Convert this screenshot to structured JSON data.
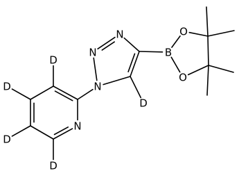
{
  "molecule": {
    "atoms": [
      {
        "id": "n1",
        "symbol": "N"
      },
      {
        "id": "n2",
        "symbol": "N"
      },
      {
        "id": "n3",
        "symbol": "N"
      },
      {
        "id": "c4",
        "symbol": ""
      },
      {
        "id": "c5",
        "symbol": ""
      },
      {
        "id": "h5",
        "symbol": "D"
      },
      {
        "id": "b",
        "symbol": "B"
      },
      {
        "id": "o1",
        "symbol": "O"
      },
      {
        "id": "o2",
        "symbol": "O"
      },
      {
        "id": "cp1",
        "symbol": ""
      },
      {
        "id": "cp2",
        "symbol": ""
      },
      {
        "id": "me1",
        "symbol": ""
      },
      {
        "id": "me2",
        "symbol": ""
      },
      {
        "id": "me3",
        "symbol": ""
      },
      {
        "id": "me4",
        "symbol": ""
      },
      {
        "id": "py2",
        "symbol": ""
      },
      {
        "id": "py3",
        "symbol": ""
      },
      {
        "id": "py4",
        "symbol": ""
      },
      {
        "id": "py5",
        "symbol": ""
      },
      {
        "id": "py6",
        "symbol": ""
      },
      {
        "id": "pyn",
        "symbol": "N"
      },
      {
        "id": "d3",
        "symbol": "D"
      },
      {
        "id": "d4",
        "symbol": "D"
      },
      {
        "id": "d5",
        "symbol": "D"
      },
      {
        "id": "d6",
        "symbol": "D"
      }
    ],
    "bonds": [
      {
        "a": "n1",
        "b": "n2",
        "order": 1
      },
      {
        "a": "n2",
        "b": "n3",
        "order": 2
      },
      {
        "a": "n3",
        "b": "c4",
        "order": 1
      },
      {
        "a": "c4",
        "b": "c5",
        "order": 2
      },
      {
        "a": "c5",
        "b": "n1",
        "order": 1
      },
      {
        "a": "c5",
        "b": "h5",
        "order": 1
      },
      {
        "a": "c4",
        "b": "b",
        "order": 1
      },
      {
        "a": "b",
        "b": "o1",
        "order": 1
      },
      {
        "a": "b",
        "b": "o2",
        "order": 1
      },
      {
        "a": "o1",
        "b": "cp1",
        "order": 1
      },
      {
        "a": "o2",
        "b": "cp2",
        "order": 1
      },
      {
        "a": "cp1",
        "b": "cp2",
        "order": 1
      },
      {
        "a": "cp1",
        "b": "me1",
        "order": 1
      },
      {
        "a": "cp1",
        "b": "me2",
        "order": 1
      },
      {
        "a": "cp2",
        "b": "me3",
        "order": 1
      },
      {
        "a": "cp2",
        "b": "me4",
        "order": 1
      },
      {
        "a": "n1",
        "b": "py2",
        "order": 1
      },
      {
        "a": "py2",
        "b": "py3",
        "order": 2
      },
      {
        "a": "py3",
        "b": "py4",
        "order": 1
      },
      {
        "a": "py4",
        "b": "py5",
        "order": 2
      },
      {
        "a": "py5",
        "b": "py6",
        "order": 1
      },
      {
        "a": "py6",
        "b": "pyn",
        "order": 2
      },
      {
        "a": "pyn",
        "b": "py2",
        "order": 1
      },
      {
        "a": "py3",
        "b": "d3",
        "order": 1
      },
      {
        "a": "py4",
        "b": "d4",
        "order": 1
      },
      {
        "a": "py5",
        "b": "d5",
        "order": 1
      },
      {
        "a": "py6",
        "b": "d6",
        "order": 1
      }
    ]
  }
}
